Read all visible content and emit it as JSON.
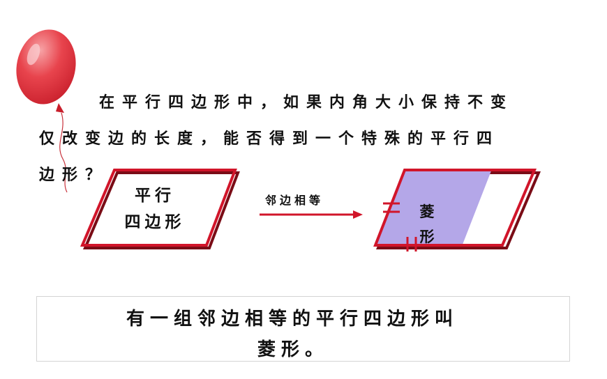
{
  "question": {
    "line1": "在平行四边形中，如果内角大小保持不变",
    "line2": "仅改变边的长度，能否得到一个特殊的平行四",
    "line3": "边形？"
  },
  "diagram": {
    "parallelogram_line1": "平行",
    "parallelogram_line2": "四边形",
    "arrow_label": "邻边相等",
    "rhombus_line1": "菱",
    "rhombus_line2": "形",
    "colors": {
      "outline": "#d1152a",
      "shadow": "#7a0c16",
      "rhombus_fill": "#b4a7e8"
    }
  },
  "definition": {
    "line1": "有一组邻边相等的平行四边形叫",
    "line2": "菱形。"
  }
}
